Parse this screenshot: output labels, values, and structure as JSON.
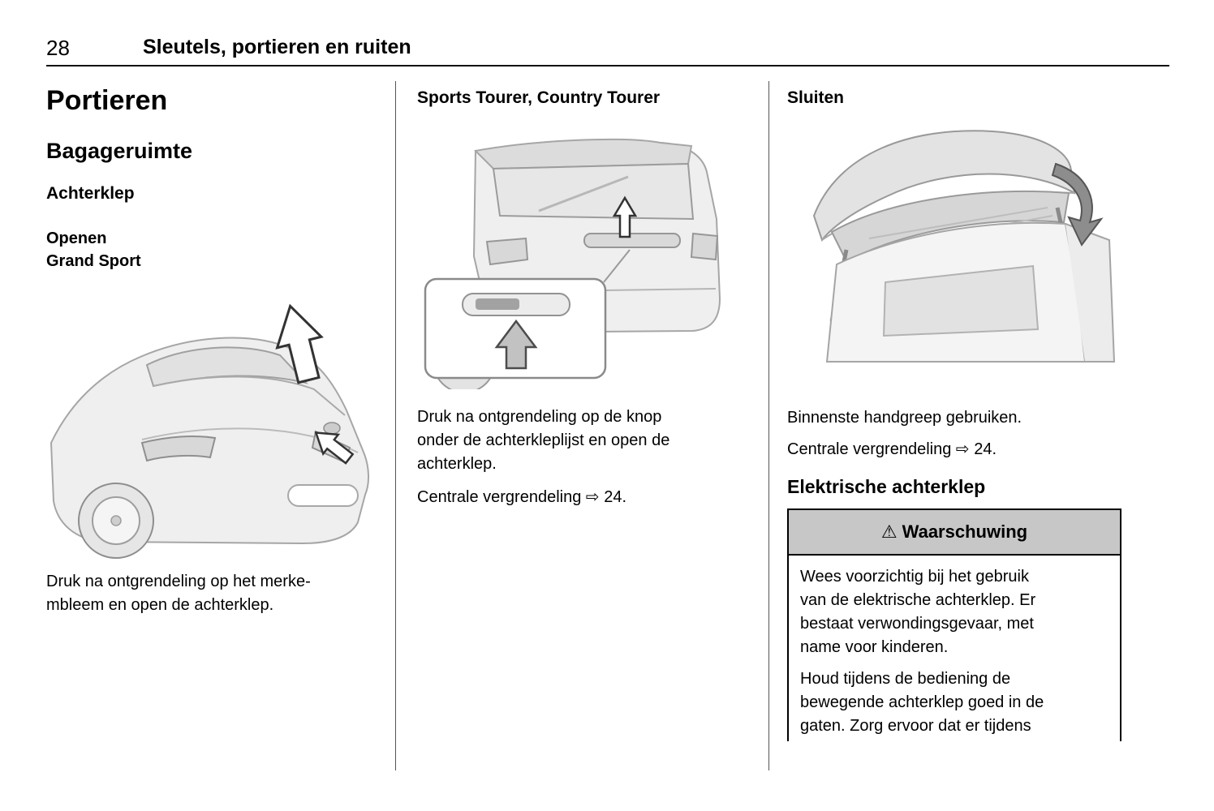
{
  "header": {
    "page_number": "28",
    "chapter_title": "Sleutels, portieren en ruiten"
  },
  "col1": {
    "section_title": "Portieren",
    "subsection_title": "Bagageruimte",
    "topic_title": "Achterklep",
    "variant_heading": "Openen\nGrand Sport",
    "caption": "Druk na ontgrendeling op het merke-\nmbleem en open de achterklep."
  },
  "col2": {
    "variant_heading": "Sports Tourer, Country Tourer",
    "caption": "Druk na ontgrendeling op de knop\nonder de achterkleplijst en open de\nachterklep.",
    "cross_ref": "Centrale vergrendeling ⇨ 24."
  },
  "col3": {
    "topic_title": "Sluiten",
    "caption": "Binnenste handgreep gebruiken.",
    "cross_ref": "Centrale vergrendeling ⇨ 24.",
    "subsection_title": "Elektrische achterklep",
    "warning": {
      "icon": "⚠",
      "title": "Waarschuwing",
      "paragraph1": "Wees voorzichtig bij het gebruik\nvan de elektrische achterklep. Er\nbestaat verwondingsgevaar, met\nname voor kinderen.",
      "paragraph2": "Houd tijdens de bediening de\nbewegende achterklep goed in de\ngaten. Zorg ervoor dat er tijdens"
    }
  }
}
